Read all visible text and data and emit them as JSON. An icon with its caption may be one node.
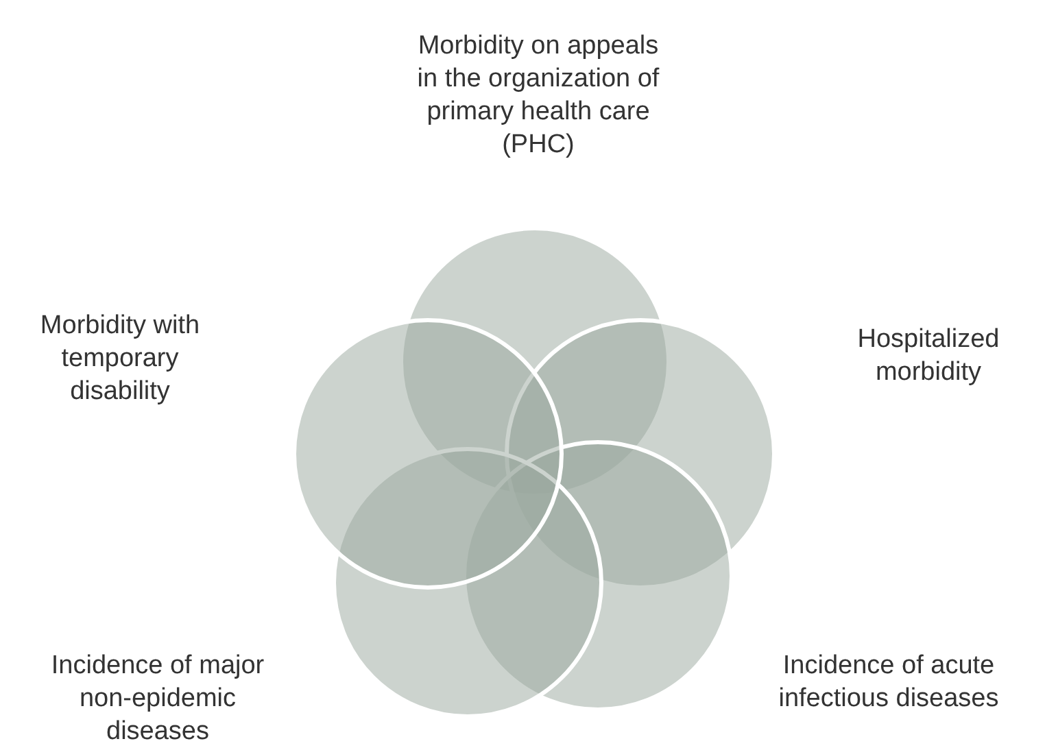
{
  "diagram": {
    "nodes": [
      {
        "text": [],
        "shape": "circle",
        "beside": [
          "Morbidity on appeals in the organization of primary health care (PHC)"
        ]
      },
      {
        "text": [],
        "shape": "circle",
        "beside": [
          "Morbidity with temporary disability"
        ]
      },
      {
        "text": [],
        "shape": "circle",
        "beside": [
          "Hospitalized morbidity"
        ]
      },
      {
        "text": [],
        "shape": "circle",
        "beside": [
          "Incidence of major non-epidemic diseases"
        ]
      },
      {
        "text": [],
        "shape": "circle",
        "beside": [
          "Incidence of acute infectious diseases"
        ]
      }
    ],
    "edges": []
  }
}
